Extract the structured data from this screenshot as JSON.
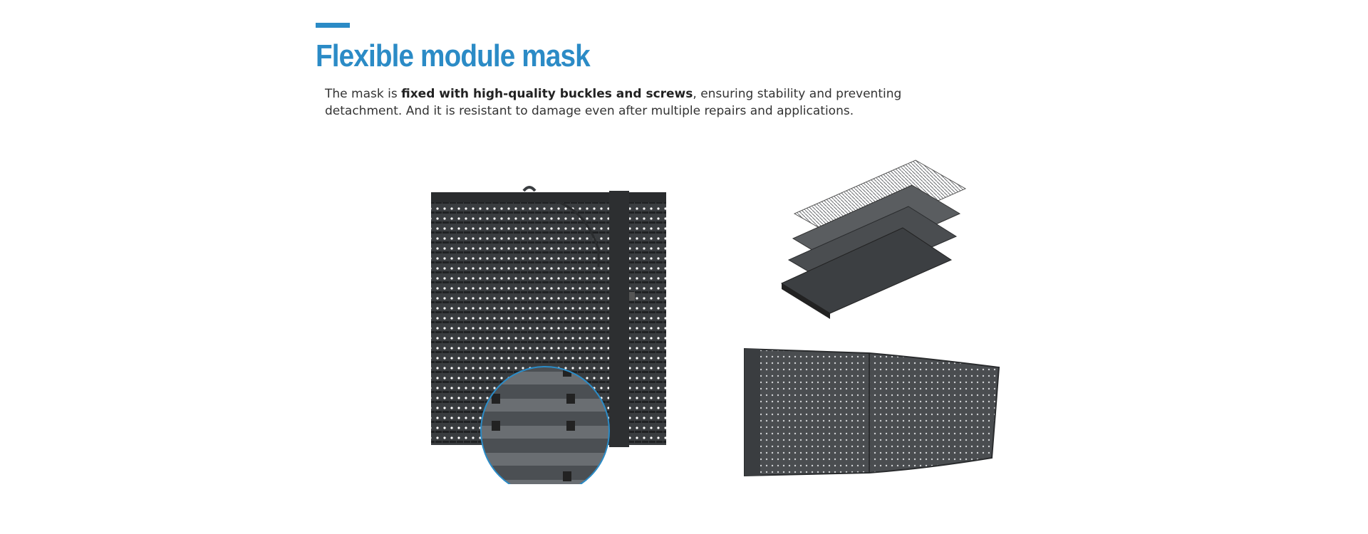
{
  "header": {
    "title": "Flexible module mask"
  },
  "description": {
    "prefix": "The mask is ",
    "bold": "fixed with high-quality buckles and screws",
    "suffix": ", ensuring stability and preventing detachment. And it is resistant to damage even after multiple repairs and applications."
  },
  "colors": {
    "accent": "#2b8bc6",
    "module": "#3a3d40",
    "text": "#333333"
  },
  "images": {
    "front_view": "led-module-front-view",
    "exploded_view": "led-module-exploded-view",
    "curved_view": "led-module-curved-view",
    "detail_zoom": "buckle-detail-zoom"
  }
}
